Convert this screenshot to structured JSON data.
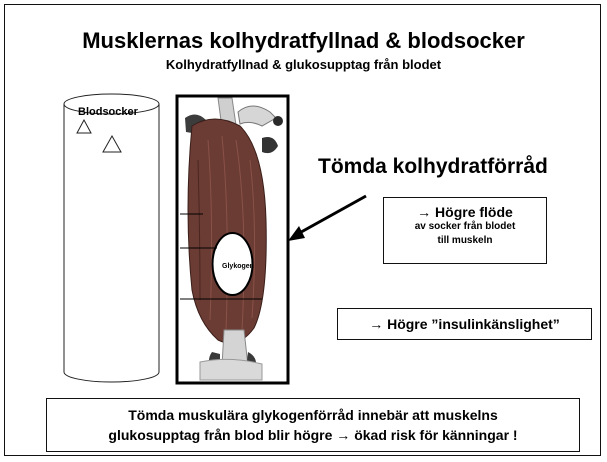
{
  "title": "Musklernas kolhydratfyllnad & blodsocker",
  "subtitle": "Kolhydratfyllnad & glukosupptag från blodet",
  "vessel_label": "Blodsocker",
  "glycogen_label": "Glykogen",
  "right_heading": "Tömda kolhydratförråd",
  "flow_box": {
    "line1": "→ Högre flöde",
    "line2": "av socker från blodet",
    "line3": "till muskeln"
  },
  "insulin_box": "→ Högre ”insulinkänslighet”",
  "summary": {
    "line1": "Tömda muskulära glykogenförråd innebär att muskelns",
    "line2": "glukosupptag från blod blir högre → ökad risk för känningar !"
  }
}
